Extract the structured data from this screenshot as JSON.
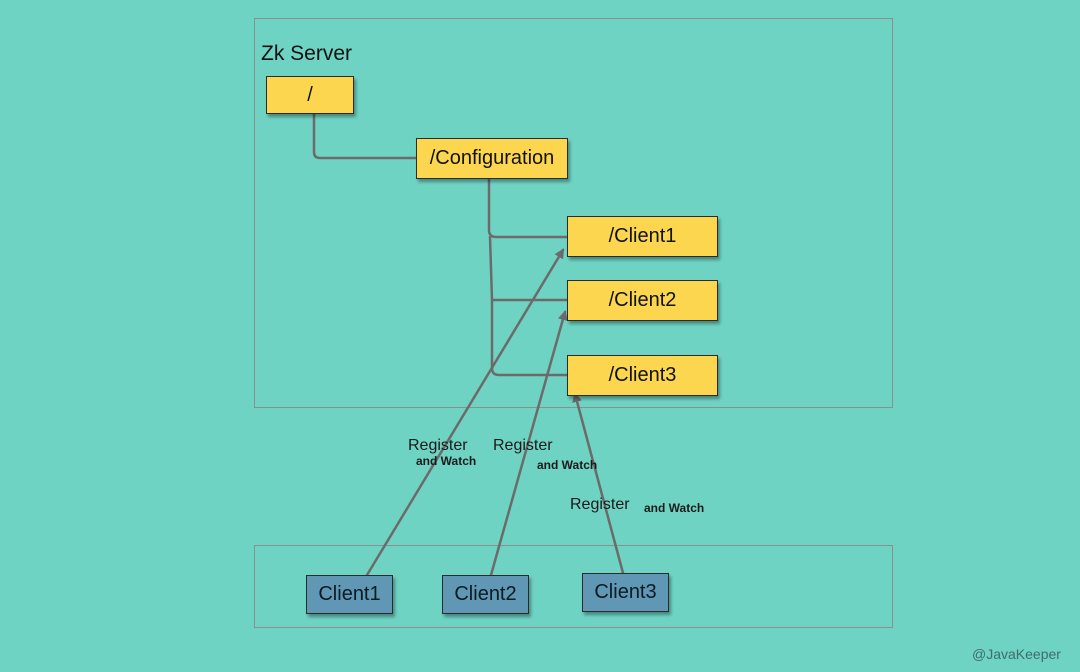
{
  "server": {
    "title": "Zk Server",
    "nodes": {
      "root": "/",
      "configuration": "/Configuration",
      "client1": "/Client1",
      "client2": "/Client2",
      "client3": "/Client3"
    }
  },
  "clients": {
    "client1": "Client1",
    "client2": "Client2",
    "client3": "Client3"
  },
  "edges": {
    "register": "Register",
    "and_watch": "and Watch"
  },
  "watermark": "@JavaKeeper",
  "colors": {
    "background": "#6fd3c4",
    "znode": "#fdd64f",
    "client": "#5f97b4",
    "line": "#6b6b6b"
  }
}
